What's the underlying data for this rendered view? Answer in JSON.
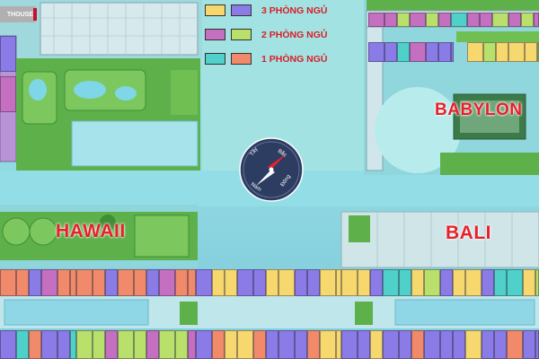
{
  "brand": {
    "logo_text": "THOUSE"
  },
  "legend": [
    {
      "label": "3 PHÒNG NGỦ",
      "colors": [
        "#f7d86e",
        "#8b7be6"
      ]
    },
    {
      "label": "2 PHÒNG NGỦ",
      "colors": [
        "#c46fbf",
        "#b8e06a"
      ]
    },
    {
      "label": "1 PHÒNG NGỦ",
      "colors": [
        "#4fd0c8",
        "#f08a6a"
      ]
    }
  ],
  "zones": {
    "hawaii": "HAWAII",
    "bali": "BALI",
    "babylon": "BABYLON"
  },
  "compass": {
    "north": "Bắc",
    "west": "Tây",
    "south": "Nam",
    "east": "Đông"
  },
  "colors": {
    "water": "#8ed7e1",
    "park": "#4fa83a",
    "label_red": "#e8202a",
    "compass_bg": "#2d3d62"
  }
}
